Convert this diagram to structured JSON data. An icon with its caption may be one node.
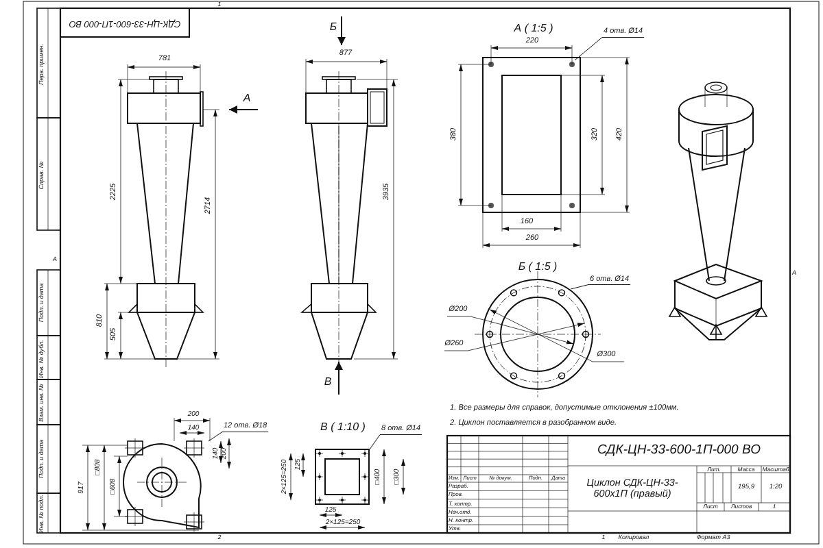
{
  "diagram": {
    "nodes": [
      {
        "text": [
          "4 отв. Ø14"
        ]
      },
      {
        "text": [
          "6 отв. Ø14"
        ]
      },
      {
        "text": [
          "12 отв. Ø18"
        ]
      },
      {
        "text": [
          "8 отв. Ø14"
        ]
      }
    ],
    "edges": [
      {
        "from": 0,
        "to": null,
        "arrow": "none"
      },
      {
        "from": 1,
        "to": null,
        "arrow": "none"
      },
      {
        "from": 2,
        "to": null,
        "arrow": "none"
      },
      {
        "from": 3,
        "to": null,
        "arrow": "none"
      }
    ],
    "labels": [
      "СДК-ЦН-33-600-1П-000 ВО",
      "Перв. примен.",
      "Справ. №",
      "А",
      "Подп. и дата",
      "Инв. № дубл.",
      "Взам. инв. №",
      "Подп. и дата",
      "Инв. № подл.",
      "1",
      "781",
      "А",
      "Б",
      "877",
      "2225",
      "2714",
      "3935",
      "810",
      "505",
      "В",
      "А ( 1:5 )",
      "220",
      "380",
      "320",
      "420",
      "160",
      "260",
      "Б ( 1:5 )",
      "Ø200",
      "Ø260",
      "Ø300",
      "1. Все размеры для справок, допустимые отклонения ±100мм.",
      "2. Циклон поставляется в разобранном виде.",
      "200",
      "140",
      "140",
      "200",
      "917",
      "□808",
      "□608",
      "В ( 1:10 )",
      "2×125=250",
      "125",
      "□400",
      "□300",
      "125",
      "2×125=250",
      "2",
      "СДК-ЦН-33-600-1П-000 ВО",
      "Изм.",
      "Лист",
      "№ докум.",
      "Подп.",
      "Дата",
      "Разраб.",
      "Пров.",
      "Т. контр.",
      "Нач.отд.",
      "Н. контр.",
      "Утв.",
      "Циклон СДК-ЦН-33-600х1П (правый)",
      "Лит.",
      "Масса",
      "Масштаб",
      "195,9",
      "1:20",
      "Лист",
      "Листов",
      "1",
      "1",
      "Копировал",
      "Формат А3",
      "А"
    ]
  }
}
